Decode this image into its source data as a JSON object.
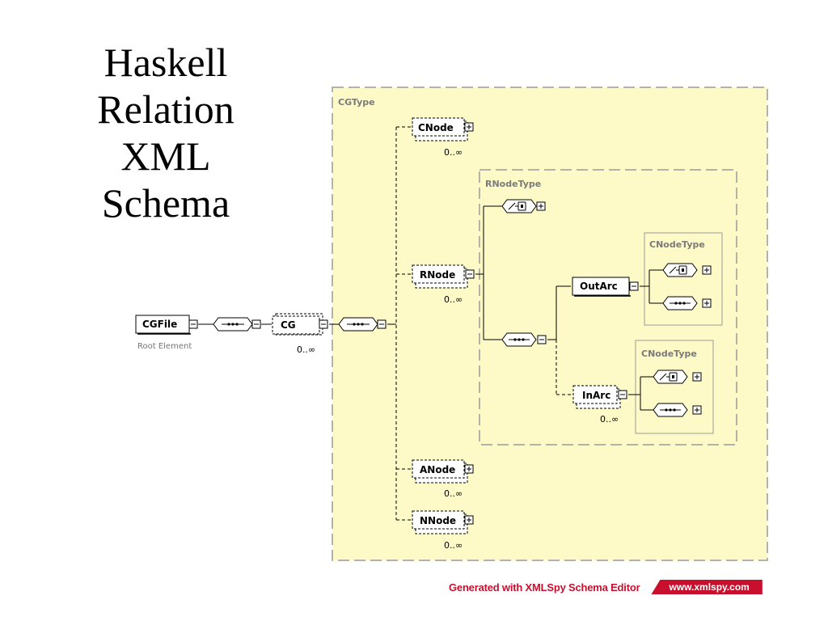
{
  "slide": {
    "title_lines": [
      "Haskell",
      "Relation",
      "XML",
      "Schema"
    ]
  },
  "diagram": {
    "cgtype_label": "CGType",
    "rnodetype_label": "RNodeType",
    "cnodetype_label": "CNodeType",
    "root": {
      "name": "CGFile",
      "caption": "Root Element"
    },
    "cg": {
      "name": "CG",
      "cardinality": "0..∞"
    },
    "cnode": {
      "name": "CNode",
      "cardinality": "0..∞"
    },
    "rnode": {
      "name": "RNode",
      "cardinality": "0..∞"
    },
    "anode": {
      "name": "ANode",
      "cardinality": "0..∞"
    },
    "nnode": {
      "name": "NNode",
      "cardinality": "0..∞"
    },
    "outarc": {
      "name": "OutArc"
    },
    "inarc": {
      "name": "InArc",
      "cardinality": "0..∞"
    },
    "colors": {
      "type_fill": "#fdfac8",
      "type_border": "#9a9a9a",
      "line": "#000000"
    }
  },
  "footer": {
    "generated_text": "Generated with XMLSpy Schema Editor",
    "url_text": "www.xmlspy.com",
    "brand_color": "#c8102e"
  }
}
